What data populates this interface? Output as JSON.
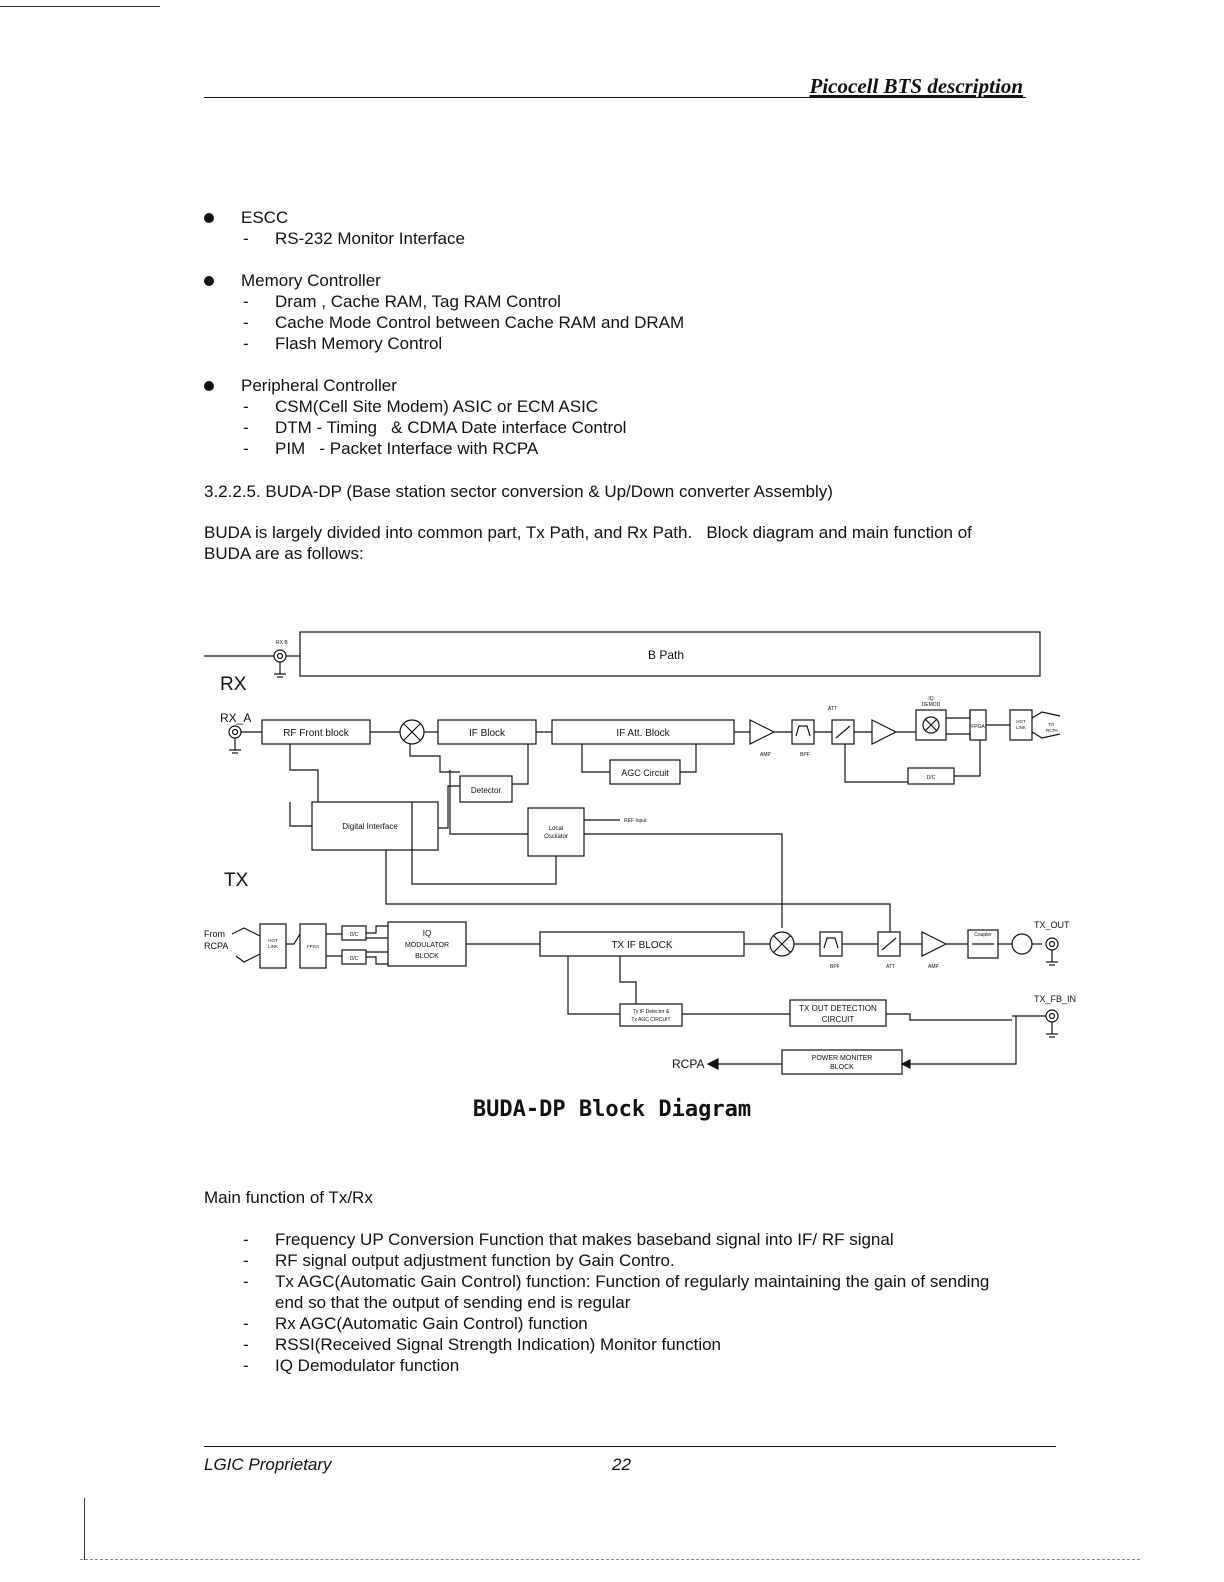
{
  "header": {
    "title": "Picocell BTS description"
  },
  "bullets": [
    {
      "title": "ESCC",
      "subs": [
        "RS-232 Monitor Interface"
      ]
    },
    {
      "title": "Memory Controller",
      "subs": [
        "Dram , Cache RAM, Tag RAM Control",
        "Cache Mode Control between Cache RAM and DRAM",
        "Flash Memory Control"
      ]
    },
    {
      "title": "Peripheral Controller",
      "subs": [
        "CSM(Cell Site Modem) ASIC or ECM ASIC",
        "DTM - Timing   & CDMA Date interface Control",
        "PIM   - Packet Interface with RCPA"
      ]
    }
  ],
  "section": {
    "heading": "3.2.2.5. BUDA-DP (Base station sector conversion & Up/Down converter Assembly)"
  },
  "intro": {
    "line1": "BUDA is largely divided into common part, Tx Path, and Rx Path.   Block diagram and main function of",
    "line2": "BUDA are as follows:"
  },
  "diagram": {
    "rx_label": "RX",
    "tx_label": "TX",
    "rx_b_port": "RX B",
    "rx_a_port": "RX_A",
    "b_path": "B Path",
    "rf_front": "RF Front block",
    "if_block": "IF Block",
    "if_att": "IF Att. Block",
    "agc_circuit": "AGC Circuit",
    "detector": "Detector",
    "digital_interface": "Digital Interface",
    "local_osc_1": "Local",
    "local_osc_2": "Oscilator",
    "ref_input": "REF Input",
    "iq_demod_1": "IQ",
    "iq_demod_2": "DEMOD",
    "fpga": "FPGA",
    "hot_link_1": "HOT",
    "hot_link_2": "LINK",
    "to_rcpa_1": "TO",
    "to_rcpa_2": "RCPA",
    "dac": "D/C",
    "att": "ATT",
    "amp": "AMP",
    "bpf": "BPF",
    "from_rcpa_1": "From",
    "from_rcpa_2": "RCPA",
    "iq_mod_1": "IQ",
    "iq_mod_2": "MODULATOR",
    "iq_mod_3": "BLOCK",
    "tx_if": "TX IF BLOCK",
    "coupler": "Coupler",
    "tx_out": "TX_OUT",
    "tx_fb_in": "TX_FB_IN",
    "tx_if_det_1": "Tx IF Detector &",
    "tx_if_det_2": "Tx AGC CIRCUIT",
    "tx_out_det_1": "TX OUT DETECTION",
    "tx_out_det_2": "CIRCUIT",
    "rcpa": "RCPA",
    "power_mon_1": "POWER MONITER",
    "power_mon_2": "BLOCK"
  },
  "caption": "BUDA-DP Block Diagram",
  "main_function": {
    "heading": "Main function of Tx/Rx",
    "items": [
      "Frequency UP Conversion Function that makes baseband signal into IF/ RF signal",
      "RF signal output adjustment function by Gain Contro.",
      "Tx AGC(Automatic Gain Control) function: Function of regularly maintaining the gain of sending",
      "end so that the output of sending end is regular",
      "Rx AGC(Automatic Gain Control) function",
      "RSSI(Received Signal Strength Indication) Monitor function",
      "IQ Demodulator function"
    ]
  },
  "footer": {
    "left": "LGIC Proprietary",
    "page": "22"
  }
}
